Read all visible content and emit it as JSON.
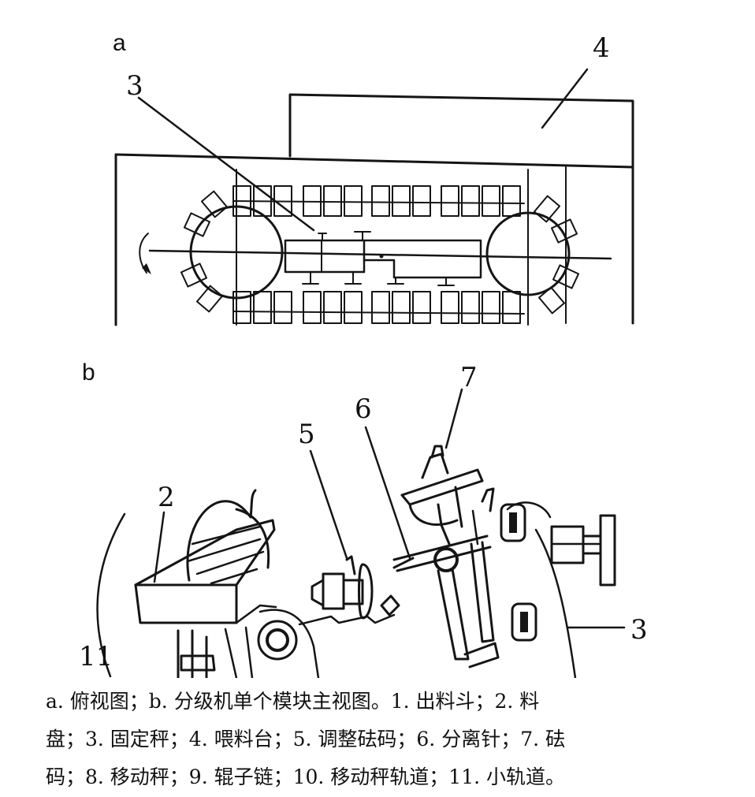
{
  "panels": {
    "a": {
      "letter": "a",
      "callouts": {
        "feeder": "4",
        "fixed_scale": "3"
      }
    },
    "b": {
      "letter": "b",
      "callouts": {
        "adjust_weight": "5",
        "separator_pin": "6",
        "weight": "7",
        "fixed_scale": "3",
        "hopper_tray": "2",
        "small_track": "11"
      }
    }
  },
  "caption": {
    "line1": "a. 俯视图；b. 分级机单个模块主视图。1. 出料斗；2. 料",
    "line2": "盘；3. 固定秤；4. 喂料台；5. 调整砝码；6. 分离针；7. 砝",
    "line3": "码；8. 移动秤；9. 辊子链；10. 移动秤轨道；11. 小轨道。"
  }
}
